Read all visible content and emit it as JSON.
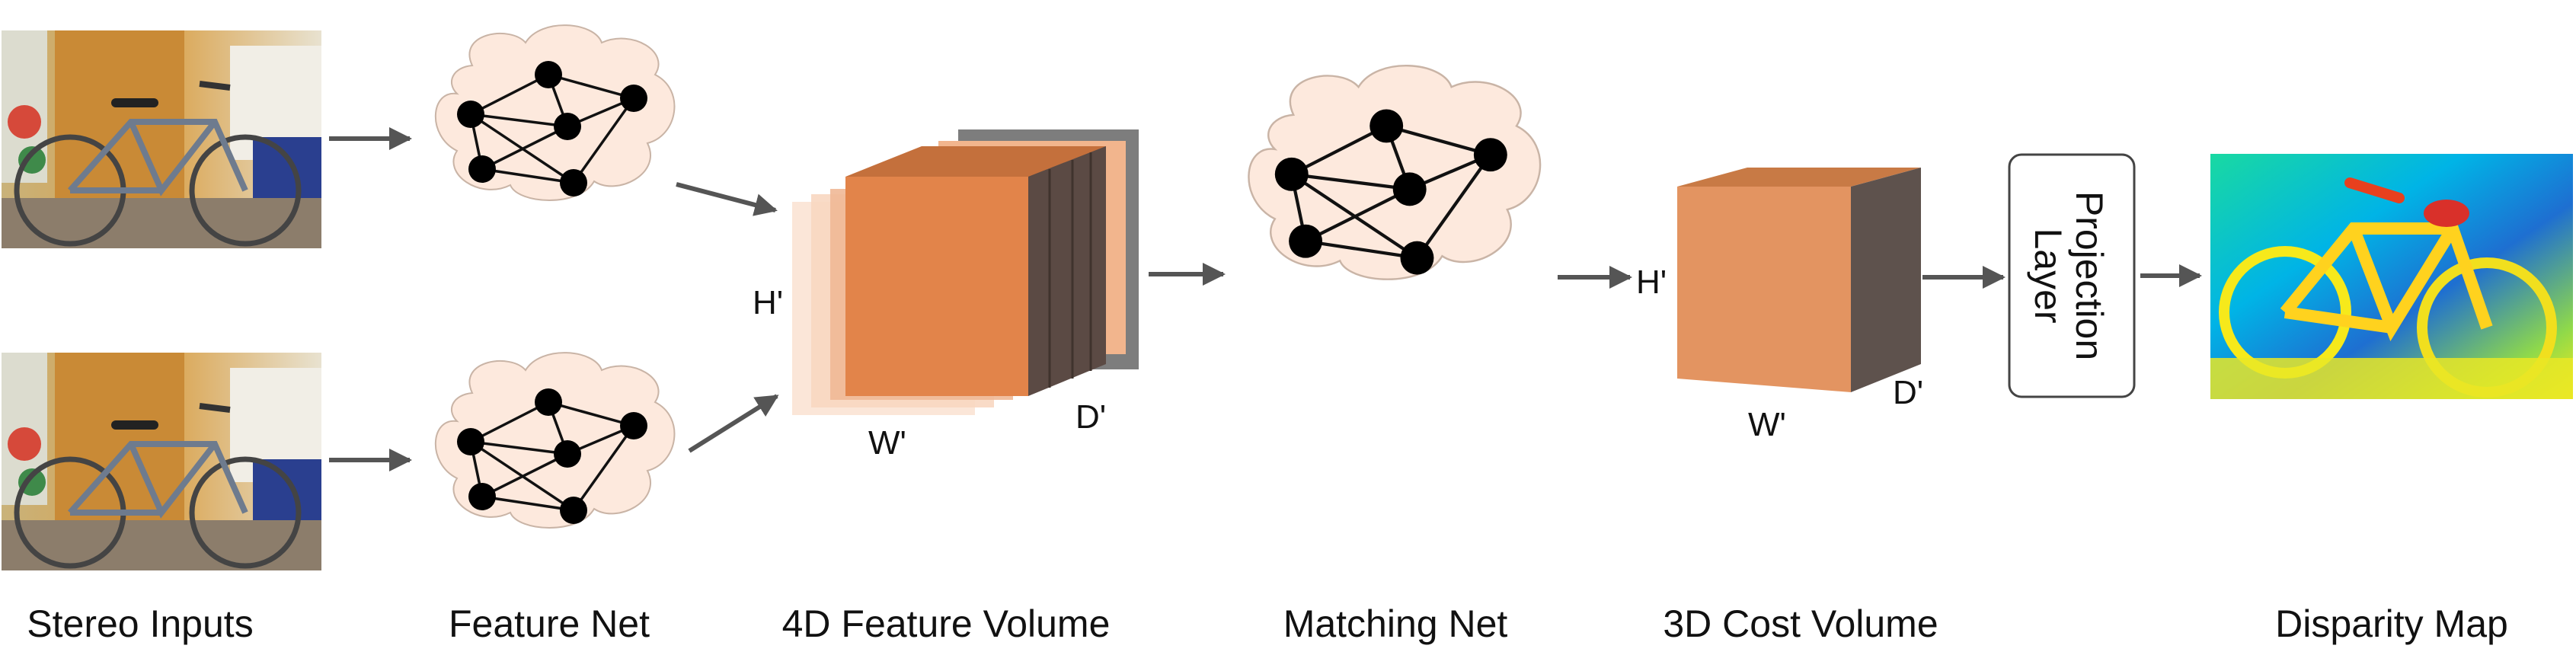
{
  "captions": {
    "stereo_inputs": "Stereo Inputs",
    "feature_net": "Feature Net",
    "feature_volume": "4D Feature Volume",
    "matching_net": "Matching Net",
    "cost_volume": "3D Cost Volume",
    "disparity_map": "Disparity Map"
  },
  "feature_volume_labels": {
    "h": "H'",
    "w": "W'",
    "d": "D'"
  },
  "cost_volume_labels": {
    "h": "H'",
    "w": "W'",
    "d": "D'"
  },
  "projection_layer": {
    "line1": "Projection",
    "line2": "Layer"
  },
  "colors": {
    "arrow": "#555555",
    "cloud_fill": "#fde9dd",
    "cloud_stroke": "#c9b4a6",
    "cube_front": "#e2844a",
    "cube_side": "#5b4a44",
    "cube_top": "#c4703c",
    "cost_front": "#e39461",
    "cost_side": "#5e524d",
    "cost_top": "#c87a45"
  },
  "icons": {
    "stereo_images": "bicycle-photo-icon",
    "networks": "neural-network-graph-icon",
    "disparity": "disparity-heatmap-icon"
  }
}
